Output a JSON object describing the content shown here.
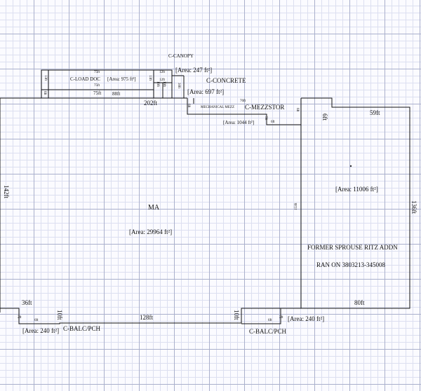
{
  "sketch": {
    "main_area": {
      "label": "MA",
      "area": "[Area: 29964 ft²]",
      "left_side": "142ft",
      "top_side": "202ft",
      "bottom_side": "128ft",
      "segment_right": "153ft"
    },
    "addition": {
      "name": "FORMER SPROUSE RITZ ADDN",
      "note": "RAN ON 3803213-345008",
      "area": "[Area: 11006 ft²]",
      "top_side": "59ft",
      "left_notch": "6ft",
      "right_side": "136ft",
      "bottom_side": "80ft"
    },
    "load_dock": {
      "label": "C-LOAD DOC",
      "area": "[Area: 975 ft²]",
      "top_side": "75ft",
      "mid_side": "75ft",
      "bottom_side": "75ft",
      "segment": "88ft",
      "left_side": "13ft",
      "right_side": "13ft",
      "left_low": "6ft"
    },
    "canopy": {
      "label": "C-CANOPY",
      "area": "[Area: 247 ft²]",
      "small_top": "12ft",
      "small_mid": "12ft",
      "side_a": "10ft",
      "side_b": "10ft"
    },
    "concrete": {
      "label": "C-CONCRETE",
      "area": "[Area: 697 ft²]",
      "side": "30ft"
    },
    "mezzanine": {
      "label": "MECHANICAL MEZZ",
      "mezz_store": "C-MEZZSTOR",
      "area": "[Area: 1044 ft²]",
      "top_side": "76ft",
      "left_side": "6ft",
      "bottom_mark": "6ft",
      "right_mark": "5ft",
      "corner_mark": "6ft"
    },
    "balcony_left": {
      "label": "C-BALC/PCH",
      "area": "[Area: 240 ft²]",
      "top_side": "36ft",
      "right_side": "10ft",
      "mark_a": "6ft",
      "mark_b": "2ft"
    },
    "balcony_right": {
      "label": "C-BALC/PCH",
      "area": "[Area: 240 ft²]",
      "side": "10ft",
      "mark_a": "6ft",
      "mark_b": "2ft"
    }
  }
}
